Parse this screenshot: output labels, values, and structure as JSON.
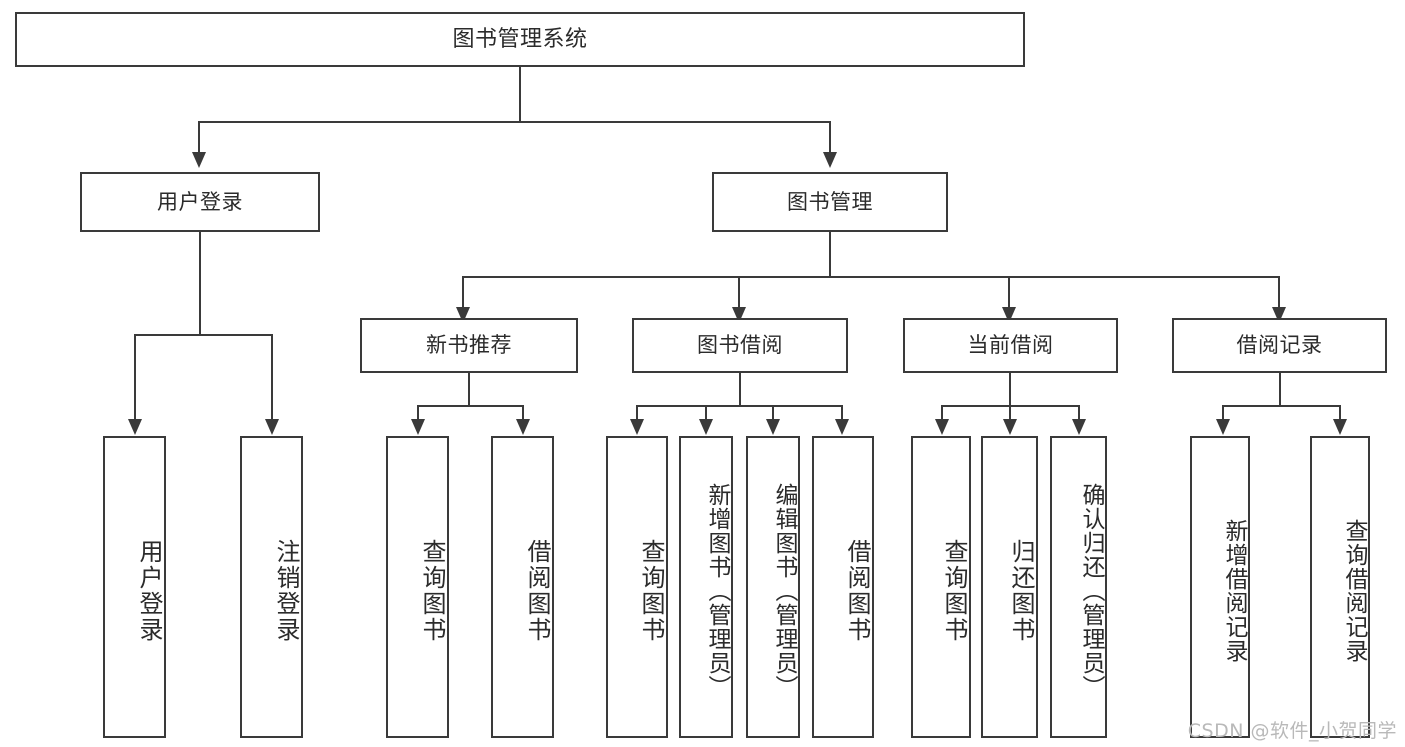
{
  "diagram": {
    "title": "图书管理系统",
    "type": "hierarchy-tree",
    "root": {
      "id": "root",
      "label": "图书管理系统"
    },
    "level2": [
      {
        "id": "user-login",
        "label": "用户登录"
      },
      {
        "id": "book-management",
        "label": "图书管理"
      }
    ],
    "level3": [
      {
        "id": "new-book-recommend",
        "label": "新书推荐"
      },
      {
        "id": "book-borrow",
        "label": "图书借阅"
      },
      {
        "id": "current-borrow",
        "label": "当前借阅"
      },
      {
        "id": "borrow-record",
        "label": "借阅记录"
      }
    ],
    "leaves": {
      "user_login": [
        {
          "id": "leaf-user-login",
          "label": "用户登录"
        },
        {
          "id": "leaf-logout",
          "label": "注销登录"
        }
      ],
      "new_book_recommend": [
        {
          "id": "leaf-query-book-1",
          "label": "查询图书"
        },
        {
          "id": "leaf-borrow-book-1",
          "label": "借阅图书"
        }
      ],
      "book_borrow": [
        {
          "id": "leaf-query-book-2",
          "label": "查询图书"
        },
        {
          "id": "leaf-add-book",
          "label": "新增图书（管理员）"
        },
        {
          "id": "leaf-edit-book",
          "label": "编辑图书（管理员）"
        },
        {
          "id": "leaf-borrow-book-2",
          "label": "借阅图书"
        }
      ],
      "current_borrow": [
        {
          "id": "leaf-query-book-3",
          "label": "查询图书"
        },
        {
          "id": "leaf-return-book",
          "label": "归还图书"
        },
        {
          "id": "leaf-confirm-return",
          "label": "确认归还（管理员）"
        }
      ],
      "borrow_record": [
        {
          "id": "leaf-add-record",
          "label": "新增借阅记录"
        },
        {
          "id": "leaf-query-record",
          "label": "查询借阅记录"
        }
      ]
    }
  },
  "watermark": {
    "text": "CSDN @软件_小贺同学"
  },
  "colors": {
    "stroke": "#3a3a3a",
    "text": "#2b2b2b",
    "background": "#ffffff",
    "watermark": "#b9b9b9"
  }
}
